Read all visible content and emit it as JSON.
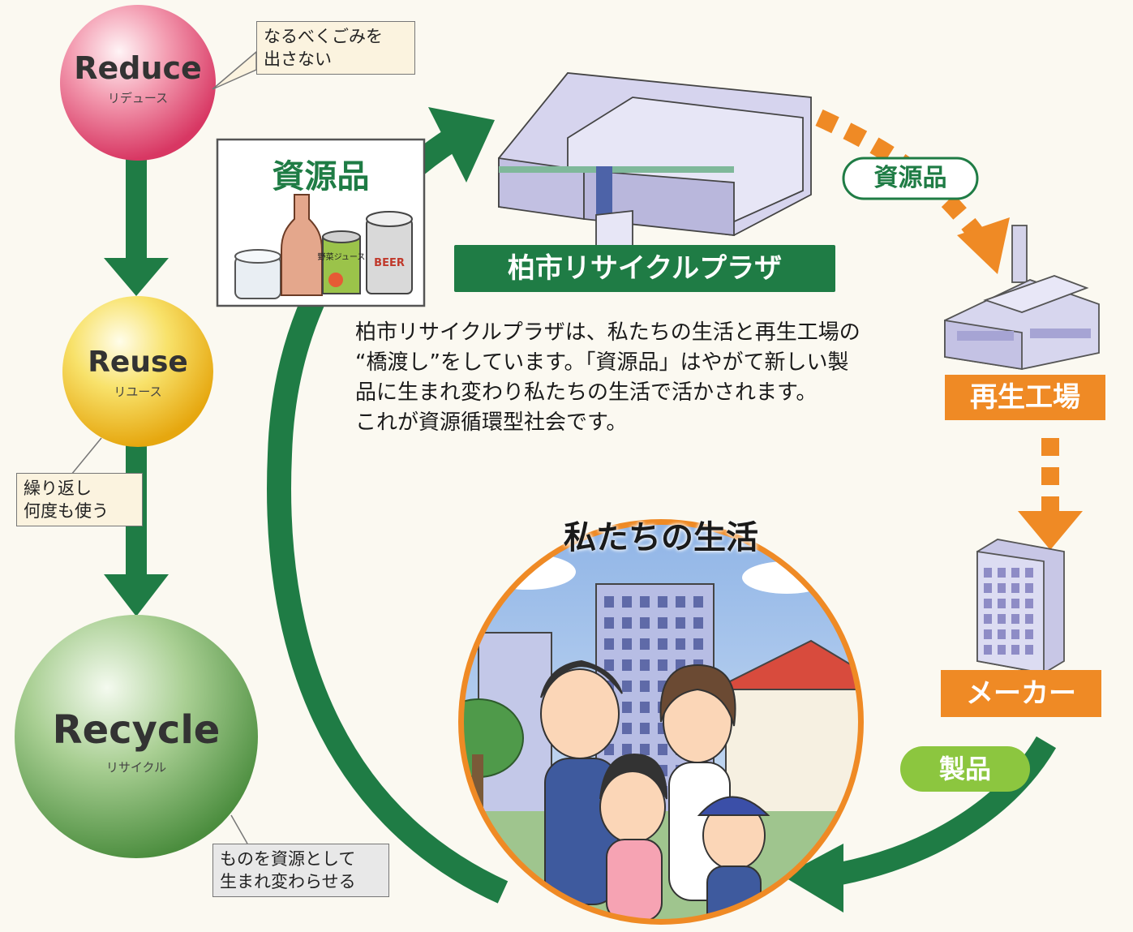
{
  "hierarchy": {
    "reduce": {
      "title": "Reduce",
      "sub": "リデュース",
      "note": [
        "なるべくごみを",
        "出さない"
      ]
    },
    "reuse": {
      "title": "Reuse",
      "sub": "リユース",
      "note": [
        "繰り返し",
        "何度も使う"
      ]
    },
    "recycle": {
      "title": "Recycle",
      "sub": "リサイクル",
      "note": [
        "ものを資源として",
        "生まれ変わらせる"
      ]
    }
  },
  "resources_box": {
    "title": "資源品",
    "can_label": "野菜ジュース",
    "beer_label": "BEER"
  },
  "plaza": {
    "label": "柏市リサイクルプラザ"
  },
  "resource_pill": "資源品",
  "factory": {
    "label": "再生工場"
  },
  "maker": {
    "label": "メーカー"
  },
  "product_pill": "製品",
  "life": {
    "title": "私たちの生活"
  },
  "description": [
    "柏市リサイクルプラザは、私たちの生活と再生工場の",
    "“橋渡し”をしています。「資源品」はやがて新しい製",
    "品に生まれ変わり私たちの生活で活かされます。",
    "これが資源循環型社会です。"
  ],
  "colors": {
    "green_dark": "#1f7c45",
    "orange": "#ef8a25",
    "reduce": "#e44d75",
    "reuse": "#f2c21b",
    "recycle": "#5f9a4e"
  }
}
